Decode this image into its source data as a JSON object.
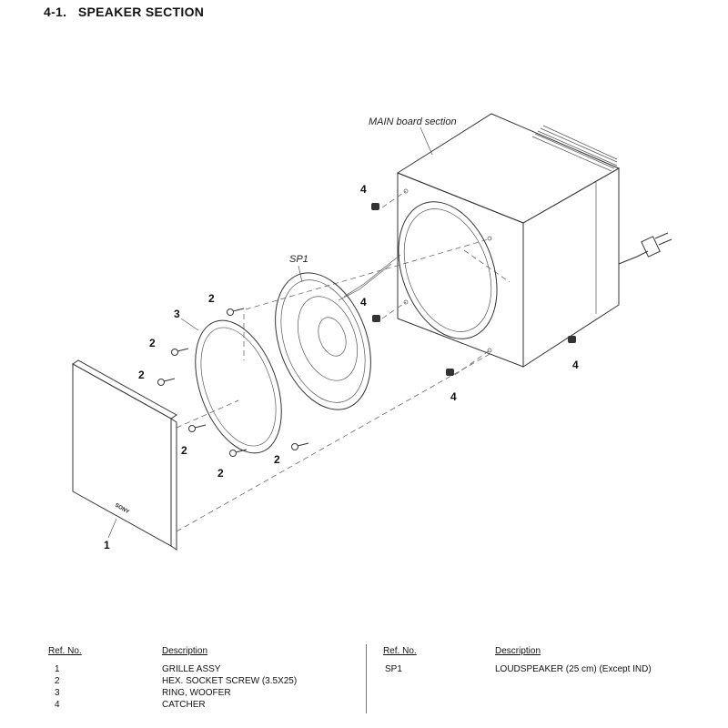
{
  "title": "4-1.   SPEAKER SECTION",
  "diagram": {
    "main_board_label": "MAIN board section",
    "sp1_label": "SP1",
    "brand_logo": "SONY",
    "callouts": {
      "c1": "1",
      "c2a": "2",
      "c2b": "2",
      "c2c": "2",
      "c2d": "2",
      "c2e": "2",
      "c2f": "2",
      "c3": "3",
      "c4a": "4",
      "c4b": "4",
      "c4c": "4",
      "c4d": "4"
    }
  },
  "parts_table": {
    "headers": {
      "ref": "Ref. No.",
      "desc": "Description"
    },
    "left_rows": [
      {
        "ref": "1",
        "desc": "GRILLE ASSY"
      },
      {
        "ref": "2",
        "desc": "HEX. SOCKET SCREW (3.5X25)"
      },
      {
        "ref": "3",
        "desc": "RING, WOOFER"
      },
      {
        "ref": "4",
        "desc": "CATCHER"
      }
    ],
    "right_rows": [
      {
        "ref": "SP1",
        "desc": "LOUDSPEAKER (25 cm) (Except IND)"
      }
    ]
  }
}
